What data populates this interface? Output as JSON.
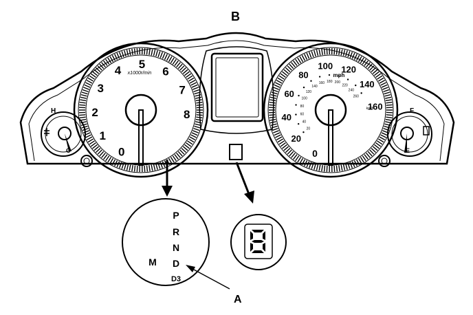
{
  "callouts": {
    "a": "A",
    "b": "B"
  },
  "tachometer": {
    "numerals": [
      "0",
      "1",
      "2",
      "3",
      "4",
      "5",
      "6",
      "7",
      "8"
    ],
    "unit": "x1000r/min"
  },
  "speedometer": {
    "mph_numerals": [
      "20",
      "40",
      "60",
      "80",
      "100",
      "120",
      "140",
      "160"
    ],
    "kmh_numerals": [
      "20",
      "40",
      "60",
      "80",
      "100",
      "120",
      "140",
      "160",
      "180",
      "200",
      "220",
      "240",
      "260"
    ],
    "zero": "0",
    "unit_mph": "mph",
    "unit_kmh": "km/h"
  },
  "temp_gauge": {
    "hot": "H",
    "cold": "C"
  },
  "fuel_gauge": {
    "full": "F",
    "empty": "E"
  },
  "gear_indicator": {
    "positions": [
      "P",
      "R",
      "N",
      "D",
      "D3"
    ],
    "manual_mode": "M"
  },
  "segment_display": {
    "digit": "8"
  }
}
